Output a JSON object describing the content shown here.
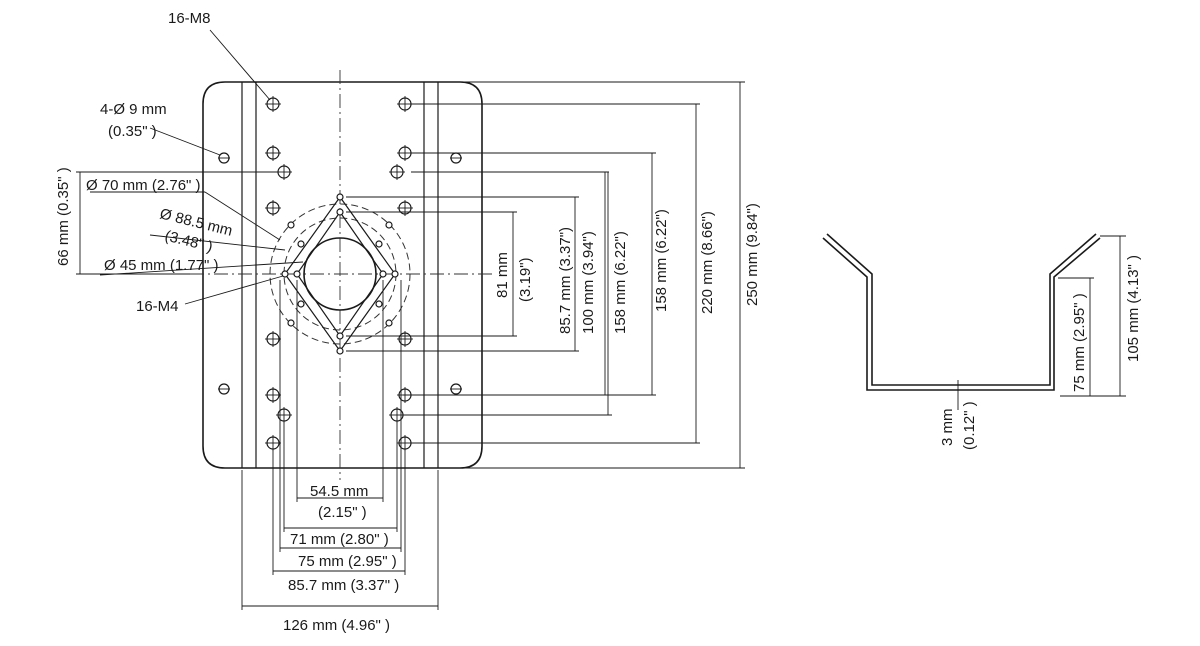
{
  "labels": {
    "m8": "16-M8",
    "hole4": "4-Ø 9 mm",
    "hole4_in": "(0.35\" )",
    "dim66": "66 mm (0.35\" )",
    "d70": "Ø 70 mm (2.76\" )",
    "d885": "Ø 88.5 mm",
    "d885_in": "(3.48\" )",
    "d45": "Ø 45 mm (1.77\" )",
    "m4": "16-M4",
    "h545": "54.5 mm",
    "h545_in": "(2.15\" )",
    "h71": "71 mm (2.80\" )",
    "h75": "75 mm (2.95\" )",
    "h857": "85.7 mm (3.37\" )",
    "h126": "126 mm (4.96\" )",
    "v81": "81 mm",
    "v81_in": "(3.19\")",
    "v857": "85.7 mm (3.37\")",
    "v100": "100 mm (3.94\")",
    "v158a": "158 mm (6.22\")",
    "v158b": "158 mm (6.22\")",
    "v220": "220 mm (8.66\")",
    "v250": "250 mm (9.84\")",
    "side_t": "3 mm",
    "side_t_in": "(0.12\" )",
    "side_75": "75 mm (2.95\" )",
    "side_105": "105 mm (4.13\" )"
  }
}
